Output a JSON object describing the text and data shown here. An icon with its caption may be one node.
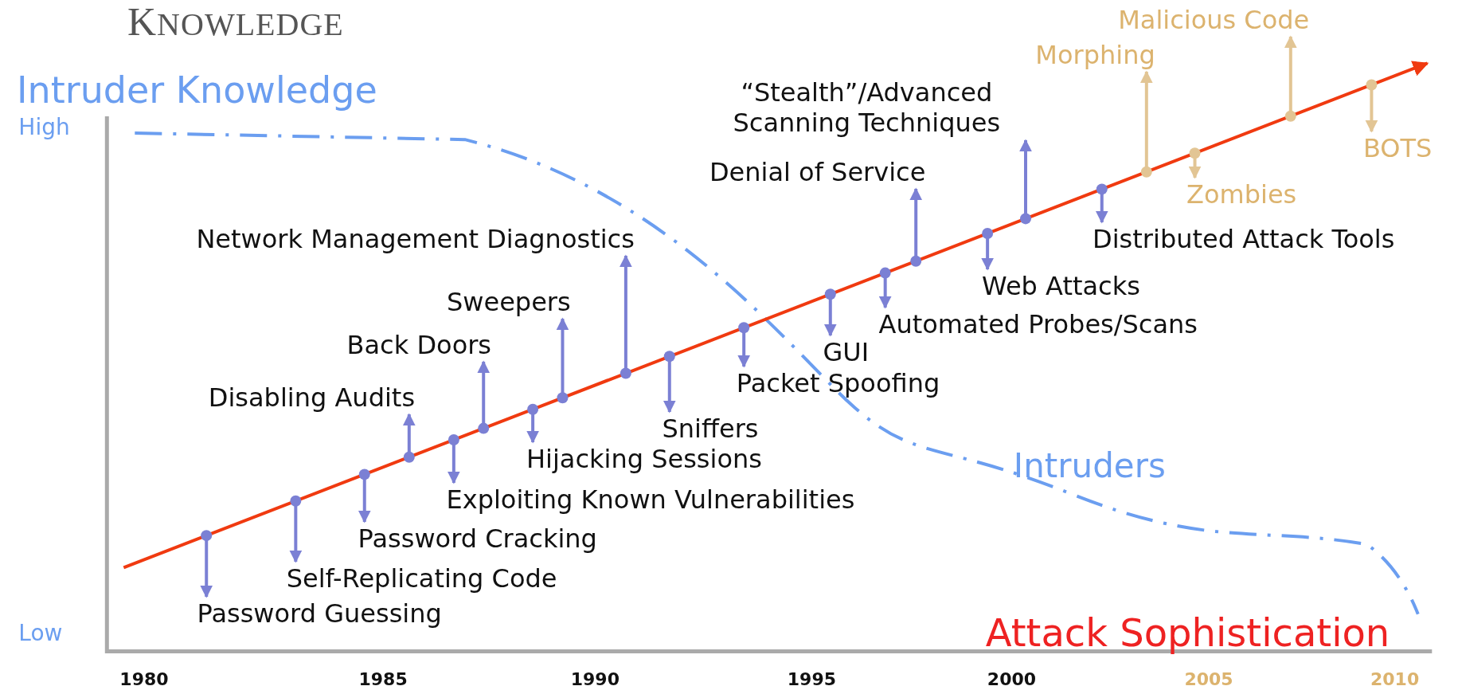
{
  "diagram": {
    "title": "KNOWLEDGE",
    "nodes": [
      {
        "text": [
          "Password Guessing"
        ]
      },
      {
        "text": [
          "Self-Replicating Code"
        ]
      },
      {
        "text": [
          "Password Cracking"
        ]
      },
      {
        "text": [
          "Disabling Audits"
        ]
      },
      {
        "text": [
          "Exploiting Known Vulnerabilities"
        ]
      },
      {
        "text": [
          "Back Doors"
        ]
      },
      {
        "text": [
          "Hijacking Sessions"
        ]
      },
      {
        "text": [
          "Sweepers"
        ]
      },
      {
        "text": [
          "Network Management Diagnostics"
        ]
      },
      {
        "text": [
          "Sniffers"
        ]
      },
      {
        "text": [
          "Packet Spoofing"
        ]
      },
      {
        "text": [
          "GUI"
        ]
      },
      {
        "text": [
          "Automated Probes/Scans"
        ]
      },
      {
        "text": [
          "Denial of Service"
        ]
      },
      {
        "text": [
          "Web Attacks"
        ]
      },
      {
        "text": [
          "“Stealth”/Advanced Scanning Techniques"
        ]
      },
      {
        "text": [
          "Distributed Attack Tools"
        ]
      },
      {
        "text": [
          "Morphing"
        ]
      },
      {
        "text": [
          "Zombies"
        ]
      },
      {
        "text": [
          "Malicious Code"
        ]
      },
      {
        "text": [
          "BOTS"
        ]
      }
    ],
    "edges": [
      {
        "from": null,
        "to": 0,
        "arrow": "to"
      },
      {
        "from": null,
        "to": 1,
        "arrow": "to"
      },
      {
        "from": null,
        "to": 2,
        "arrow": "to"
      },
      {
        "from": null,
        "to": 3,
        "arrow": "to"
      },
      {
        "from": null,
        "to": 4,
        "arrow": "to"
      },
      {
        "from": null,
        "to": 5,
        "arrow": "to"
      },
      {
        "from": null,
        "to": 6,
        "arrow": "to"
      },
      {
        "from": null,
        "to": 7,
        "arrow": "to"
      },
      {
        "from": null,
        "to": 8,
        "arrow": "to"
      },
      {
        "from": null,
        "to": 9,
        "arrow": "to"
      },
      {
        "from": null,
        "to": 10,
        "arrow": "to"
      },
      {
        "from": null,
        "to": 11,
        "arrow": "to"
      },
      {
        "from": null,
        "to": 12,
        "arrow": "to"
      },
      {
        "from": null,
        "to": 13,
        "arrow": "to"
      },
      {
        "from": null,
        "to": 14,
        "arrow": "to"
      },
      {
        "from": null,
        "to": 15,
        "arrow": "to"
      },
      {
        "from": null,
        "to": 16,
        "arrow": "to"
      },
      {
        "from": null,
        "to": 17,
        "arrow": "to",
        "color": "#e2c594"
      },
      {
        "from": null,
        "to": 18,
        "arrow": "to",
        "color": "#e2c594"
      },
      {
        "from": null,
        "to": 19,
        "arrow": "to",
        "color": "#e2c594"
      },
      {
        "from": null,
        "to": 20,
        "arrow": "to",
        "color": "#e2c594"
      }
    ],
    "labels": [
      "Intruder Knowledge",
      "High",
      "Intruders",
      "Low",
      "Attack Sophistication",
      "1980",
      "1985",
      "1990",
      "1995",
      "2000",
      "2005",
      "2010"
    ]
  }
}
